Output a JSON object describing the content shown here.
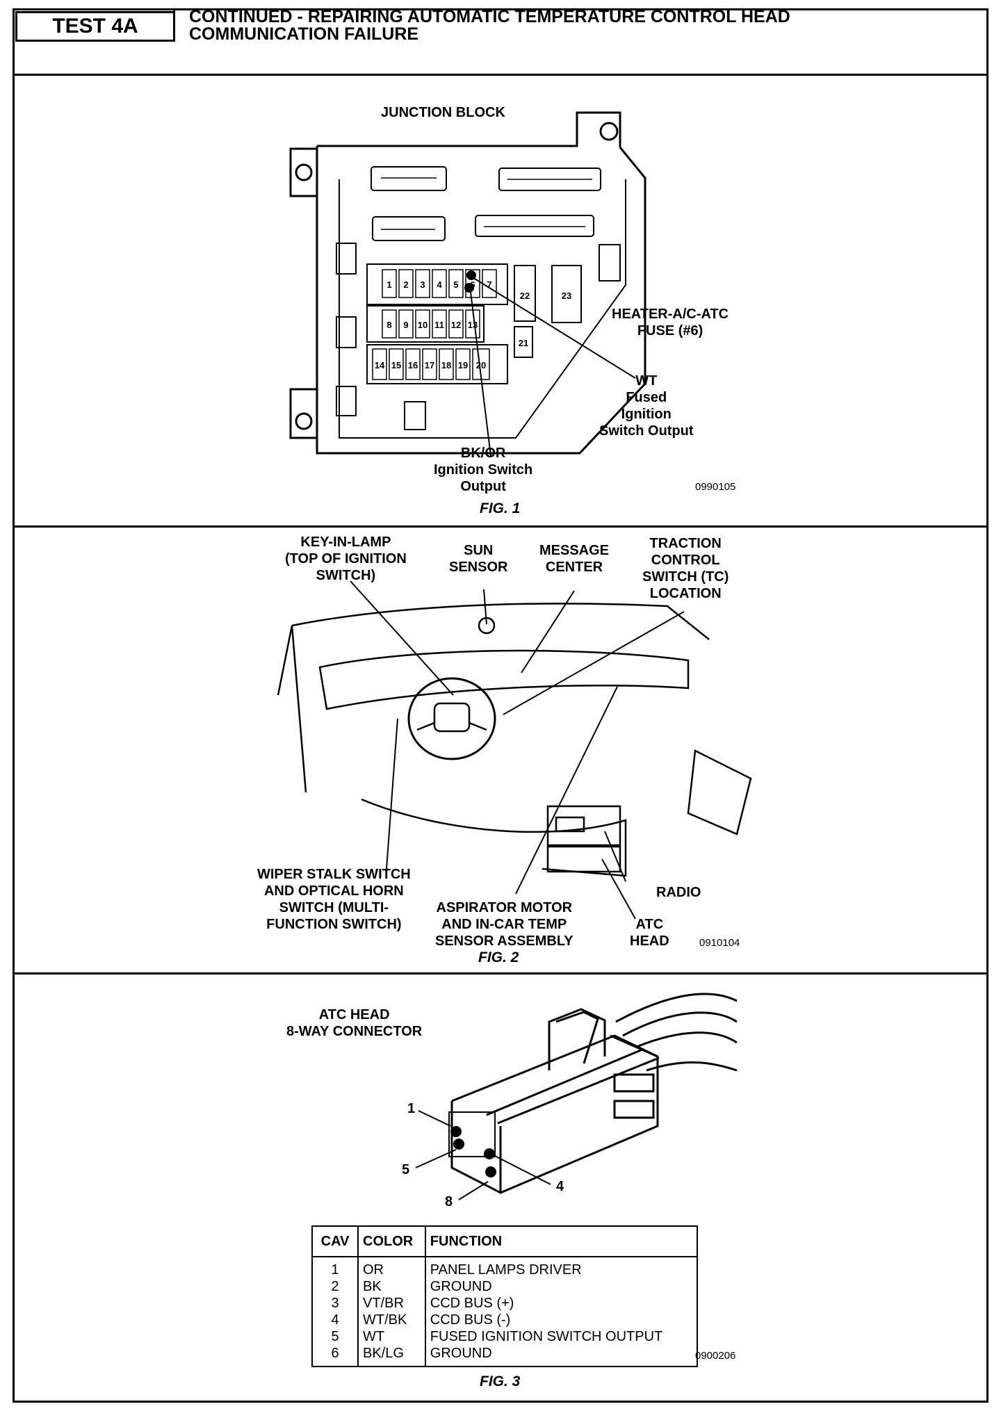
{
  "header": {
    "test_id": "TEST 4A",
    "title_line1": "CONTINUED - REPAIRING AUTOMATIC TEMPERATURE CONTROL HEAD",
    "title_line2": "COMMUNICATION FAILURE"
  },
  "fig1": {
    "title": "JUNCTION BLOCK",
    "fuse_numbers": [
      "1",
      "2",
      "3",
      "4",
      "5",
      "6",
      "7",
      "8",
      "9",
      "10",
      "11",
      "12",
      "13",
      "14",
      "15",
      "16",
      "17",
      "18",
      "19",
      "20",
      "21",
      "22",
      "23"
    ],
    "label_fuse": [
      "HEATER-A/C-ATC",
      "FUSE (#6)"
    ],
    "label_wt": [
      "WT",
      "Fused",
      "Ignition",
      "Switch Output"
    ],
    "label_bkor": [
      "BK/OR",
      "Ignition Switch",
      "Output"
    ],
    "code": "0990105",
    "caption": "FIG. 1"
  },
  "fig2": {
    "key_in_lamp": [
      "KEY-IN-LAMP",
      "(TOP OF IGNITION",
      "SWITCH)"
    ],
    "sun_sensor": [
      "SUN",
      "SENSOR"
    ],
    "message_center": [
      "MESSAGE",
      "CENTER"
    ],
    "traction": [
      "TRACTION",
      "CONTROL",
      "SWITCH (TC)",
      "LOCATION"
    ],
    "wiper": [
      "WIPER STALK SWITCH",
      "AND OPTICAL HORN",
      "SWITCH (MULTI-",
      "FUNCTION SWITCH)"
    ],
    "aspirator": [
      "ASPIRATOR MOTOR",
      "AND IN-CAR TEMP",
      "SENSOR ASSEMBLY"
    ],
    "radio": "RADIO",
    "atc_head": [
      "ATC",
      "HEAD"
    ],
    "code": "0910104",
    "caption": "FIG. 2"
  },
  "fig3": {
    "title": [
      "ATC HEAD",
      "8-WAY CONNECTOR"
    ],
    "pins": [
      "1",
      "5",
      "4",
      "8"
    ],
    "table": {
      "headers": [
        "CAV",
        "COLOR",
        "FUNCTION"
      ],
      "rows": [
        [
          "1",
          "OR",
          "PANEL LAMPS DRIVER"
        ],
        [
          "2",
          "BK",
          "GROUND"
        ],
        [
          "3",
          "VT/BR",
          "CCD BUS (+)"
        ],
        [
          "4",
          "WT/BK",
          "CCD BUS (-)"
        ],
        [
          "5",
          "WT",
          "FUSED IGNITION SWITCH OUTPUT"
        ],
        [
          "6",
          "BK/LG",
          "GROUND"
        ]
      ]
    },
    "code": "0900206",
    "caption": "FIG. 3"
  }
}
